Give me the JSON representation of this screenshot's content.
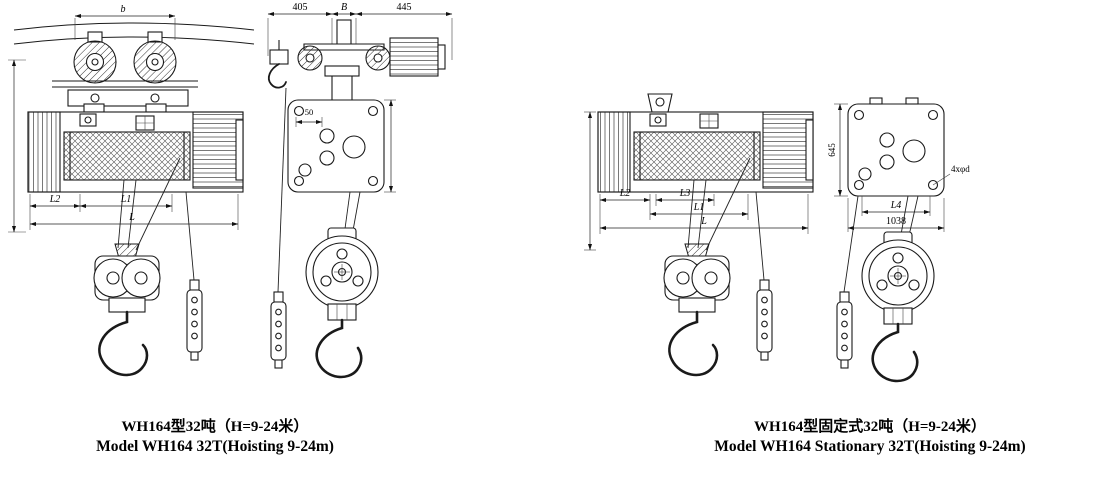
{
  "drawing": {
    "left": {
      "caption_cn": "WH164型32吨（H=9-24米）",
      "caption_en": "Model WH164 32T(Hoisting 9-24m)",
      "dims": {
        "b": "b",
        "top_405": "405",
        "top_B": "B",
        "top_445": "445",
        "plate_50": "50",
        "L2": "L2",
        "L1": "L1",
        "L": "L"
      }
    },
    "right": {
      "caption_cn": "WH164型固定式32吨（H=9-24米）",
      "caption_en": "Model WH164 Stationary 32T(Hoisting 9-24m)",
      "dims": {
        "L2": "L2",
        "L3": "L3",
        "L1": "L1",
        "L": "L",
        "L4": "L4",
        "plate_width": "1038",
        "plate_height": "645",
        "holes": "4xφd"
      }
    }
  }
}
